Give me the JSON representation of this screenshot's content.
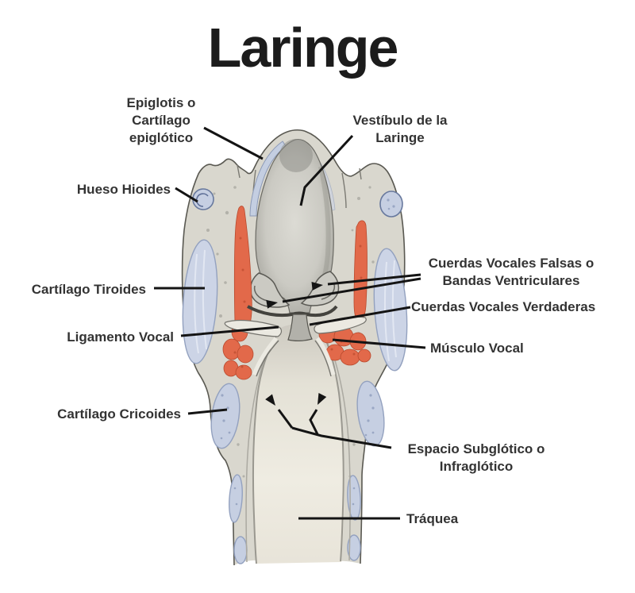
{
  "title": "Laringe",
  "labels": {
    "epiglotis": "Epiglotis o\nCartílago\nepiglótico",
    "vestibulo": "Vestíbulo de la\nLaringe",
    "hueso": "Hueso Hioides",
    "tiroides": "Cartílago Tiroides",
    "ligamento": "Ligamento Vocal",
    "cricoides": "Cartílago Cricoides",
    "falsas": "Cuerdas Vocales Falsas o\nBandas Ventriculares",
    "verdaderas": "Cuerdas Vocales Verdaderas",
    "musculo": "Músculo Vocal",
    "espacio": "Espacio Subglótico o\nInfraglótico",
    "traquea": "Tráquea"
  },
  "colors": {
    "muscle": "#e2694a",
    "cartilage": "#c6cfe2",
    "body": "#d9d7ce",
    "leader_line": "#141414"
  }
}
